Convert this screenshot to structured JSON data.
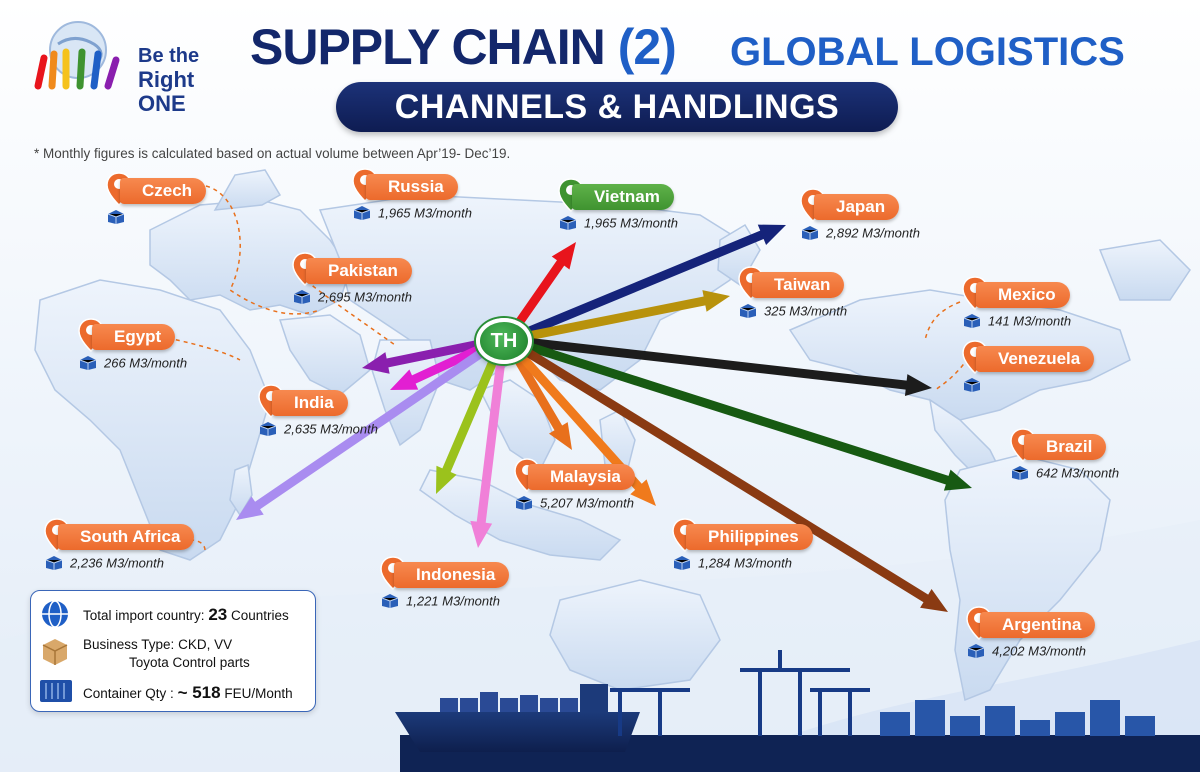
{
  "header": {
    "logo_line1": "Be the",
    "logo_line2": "Right ONE",
    "title_main": "SUPPLY CHAIN",
    "title_paren": "(2)",
    "title_sub": "GLOBAL LOGISTICS",
    "pill": "CHANNELS & HANDLINGS",
    "note": "* Monthly figures is calculated based on actual volume between Apr’19- Dec’19."
  },
  "hub": {
    "label": "TH"
  },
  "colors": {
    "label_orange": "#ec6a2c",
    "label_green": "#3f9330",
    "title_navy": "#13276b",
    "title_blue": "#1f5fc6",
    "map_land": "#dce8f6"
  },
  "countries": [
    {
      "name": "Czech",
      "volume": "",
      "label_color": "orange",
      "arrow_color": ""
    },
    {
      "name": "Russia",
      "volume": "1,965 M3/month",
      "label_color": "orange",
      "arrow_color": ""
    },
    {
      "name": "Vietnam",
      "volume": "1,965 M3/month",
      "label_color": "green",
      "arrow_color": "#e8141c"
    },
    {
      "name": "Japan",
      "volume": "2,892 M3/month",
      "label_color": "orange",
      "arrow_color": "#15237a"
    },
    {
      "name": "Pakistan",
      "volume": "2,695 M3/month",
      "label_color": "orange",
      "arrow_color": "#8a1fae"
    },
    {
      "name": "Taiwan",
      "volume": "325 M3/month",
      "label_color": "orange",
      "arrow_color": "#b8920c"
    },
    {
      "name": "Mexico",
      "volume": "141 M3/month",
      "label_color": "orange",
      "arrow_color": ""
    },
    {
      "name": "Egypt",
      "volume": "266 M3/month",
      "label_color": "orange",
      "arrow_color": ""
    },
    {
      "name": "Venezuela",
      "volume": "",
      "label_color": "orange",
      "arrow_color": "#1c1c1c"
    },
    {
      "name": "India",
      "volume": "2,635 M3/month",
      "label_color": "orange",
      "arrow_color": "#e21fd2"
    },
    {
      "name": "Brazil",
      "volume": "642 M3/month",
      "label_color": "orange",
      "arrow_color": "#175a12"
    },
    {
      "name": "Malaysia",
      "volume": "5,207 M3/month",
      "label_color": "orange",
      "arrow_color": "#e8701c"
    },
    {
      "name": "South Africa",
      "volume": "2,236 M3/month",
      "label_color": "orange",
      "arrow_color": "#a98cf0"
    },
    {
      "name": "Philippines",
      "volume": "1,284 M3/month",
      "label_color": "orange",
      "arrow_color": "#f07a1c"
    },
    {
      "name": "Indonesia",
      "volume": "1,221 M3/month",
      "label_color": "orange",
      "arrow_color": "#9bc21c"
    },
    {
      "name": "Argentina",
      "volume": "4,202 M3/month",
      "label_color": "orange",
      "arrow_color": "#8a3a12"
    }
  ],
  "extra_arrows": [
    {
      "to": "Indonesia-2",
      "arrow_color": "#f080d8"
    }
  ],
  "info": {
    "total_label": "Total import country:",
    "total_value": "23",
    "total_unit": "Countries",
    "business_label": "Business Type:",
    "business_value": "CKD, VV",
    "business_value2": "Toyota Control parts",
    "container_label": "Container Qty :",
    "container_value": "~ 518",
    "container_unit": "FEU/Month"
  }
}
